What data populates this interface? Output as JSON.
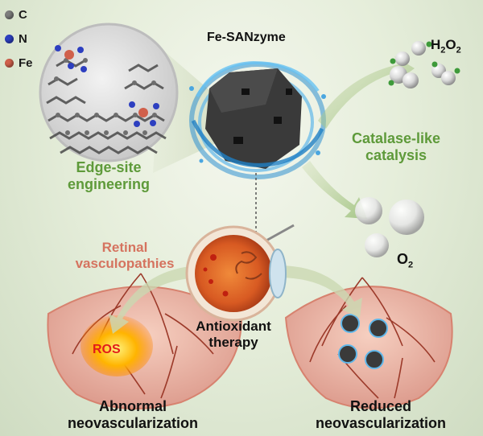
{
  "legend": {
    "items": [
      {
        "symbol": "C",
        "color": "#7d7d7d"
      },
      {
        "symbol": "N",
        "color": "#2d3fc0"
      },
      {
        "symbol": "Fe",
        "color": "#d0604b"
      }
    ]
  },
  "labels": {
    "fe_sanzyme": "Fe-SANzyme",
    "edge_site_line1": "Edge-site",
    "edge_site_line2": "engineering",
    "catalase_line1": "Catalase-like",
    "catalase_line2": "catalysis",
    "retinal_line1": "Retinal",
    "retinal_line2": "vasculopathies",
    "antioxidant_line1": "Antioxidant",
    "antioxidant_line2": "therapy",
    "ros": "ROS",
    "abnormal_line1": "Abnormal",
    "abnormal_line2": "neovascularization",
    "reduced_line1": "Reduced",
    "reduced_line2": "neovascularization"
  },
  "chem": {
    "h2o2": {
      "base": "H",
      "sub1": "2",
      "mid": "O",
      "sub2": "2"
    },
    "o2": {
      "base": "O",
      "sub": "2"
    }
  },
  "colors": {
    "green_text": "#5e9a3a",
    "salmon_text": "#d5735f",
    "ros_red": "#e21b1b",
    "dark_text": "#111111"
  }
}
